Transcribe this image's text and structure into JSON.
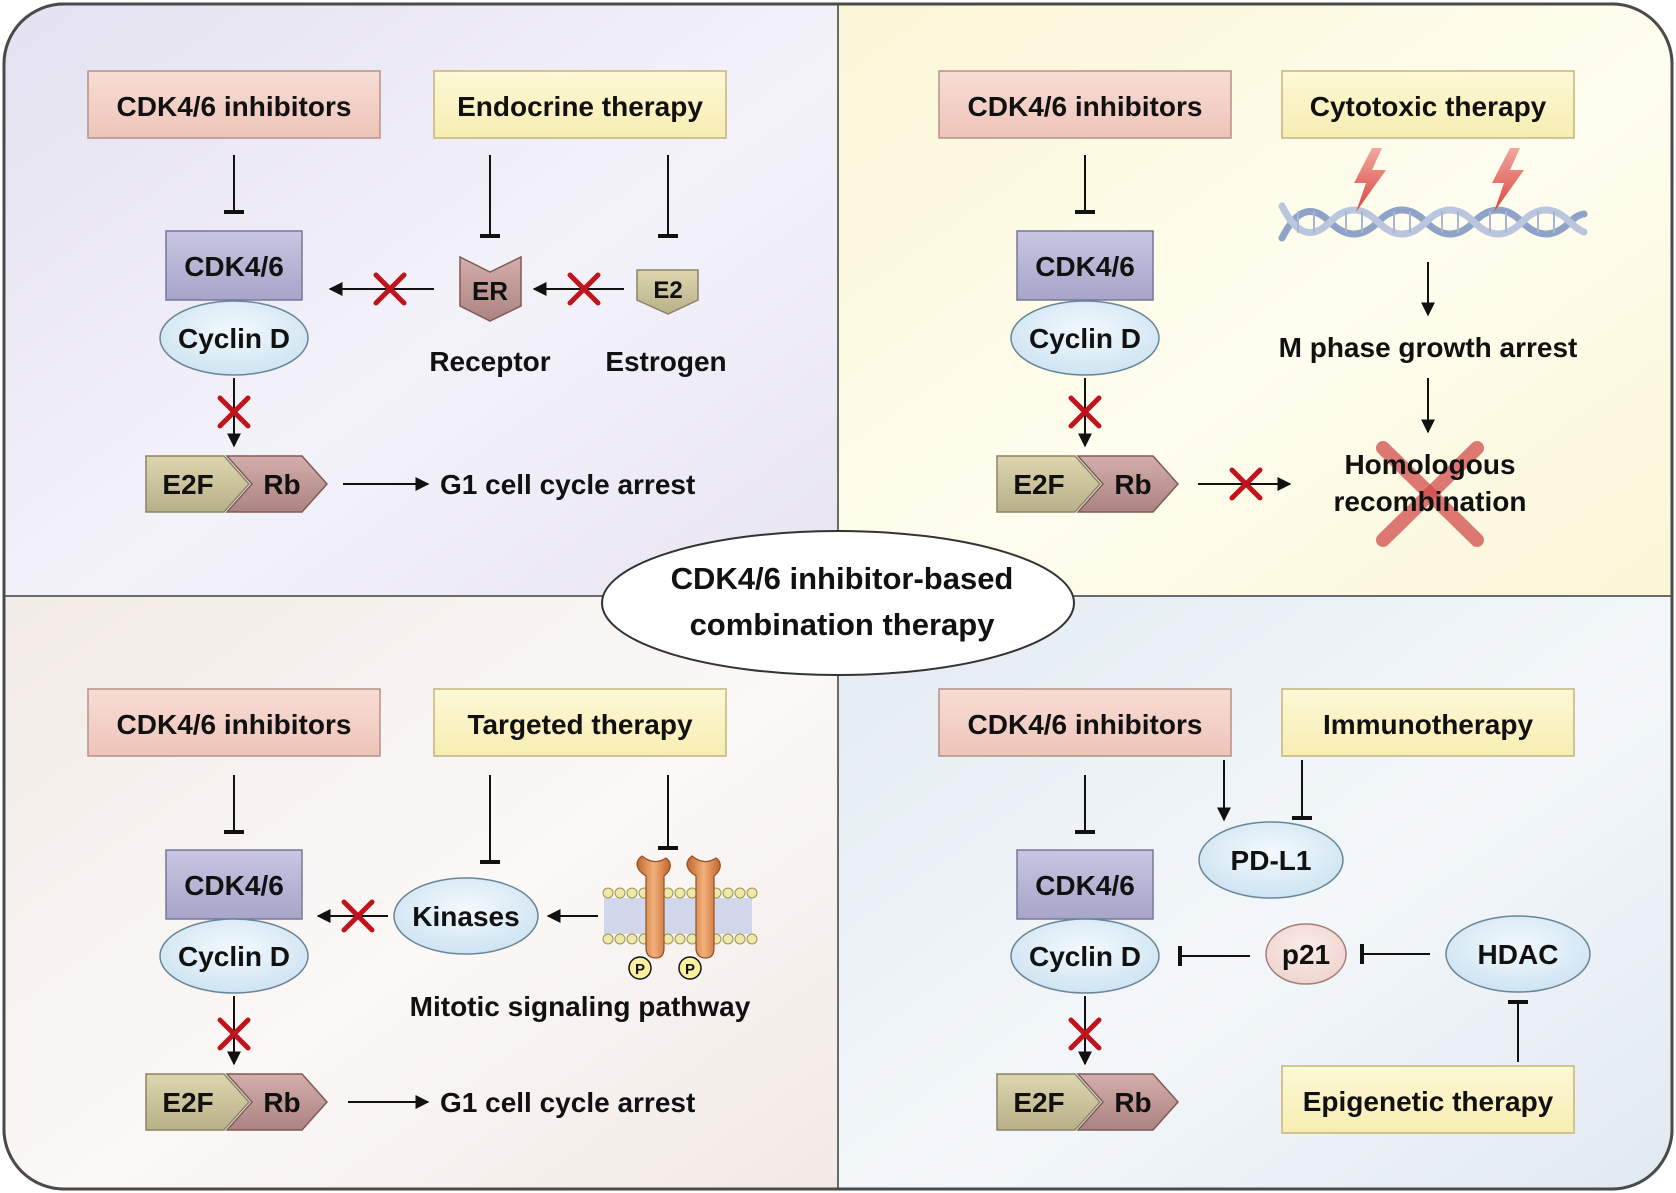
{
  "title": {
    "line1": "CDK4/6 inhibitor-based",
    "line2": "combination therapy"
  },
  "colors": {
    "quadrant_tl": "#e9e6f3",
    "quadrant_tr": "#fbf8dc",
    "quadrant_bl": "#f5eeea",
    "quadrant_br": "#e6edf2",
    "inhibitor_box": "#f1d0c7",
    "therapy_box": "#fbf3c4",
    "cdk_box": "#b5b3d3",
    "cyclin_ellipse": "#d7eaf5",
    "e2f_pentagon": "#c9c29b",
    "rb_chevron": "#c09895",
    "block_x": "#c0141c"
  },
  "icons": [
    "lightning-icon",
    "dna-helix-icon",
    "membrane-receptor-icon",
    "block-x-icon"
  ],
  "endocrine": {
    "inhibitors": "CDK4/6 inhibitors",
    "therapy": "Endocrine therapy",
    "cdk": "CDK4/6",
    "cyclin": "Cyclin D",
    "er": "ER",
    "e2": "E2",
    "receptor": "Receptor",
    "estrogen": "Estrogen",
    "e2f": "E2F",
    "rb": "Rb",
    "outcome": "G1 cell cycle arrest"
  },
  "cytotoxic": {
    "inhibitors": "CDK4/6 inhibitors",
    "therapy": "Cytotoxic therapy",
    "cdk": "CDK4/6",
    "cyclin": "Cyclin D",
    "m_phase": "M phase growth arrest",
    "hr_line1": "Homologous",
    "hr_line2": "recombination",
    "e2f": "E2F",
    "rb": "Rb"
  },
  "targeted": {
    "inhibitors": "CDK4/6 inhibitors",
    "therapy": "Targeted therapy",
    "cdk": "CDK4/6",
    "cyclin": "Cyclin D",
    "kinases": "Kinases",
    "phospho": "P",
    "mitotic": "Mitotic signaling pathway",
    "e2f": "E2F",
    "rb": "Rb",
    "outcome": "G1 cell cycle arrest"
  },
  "immuno": {
    "inhibitors": "CDK4/6 inhibitors",
    "therapy": "Immunotherapy",
    "pdl1": "PD-L1",
    "cdk": "CDK4/6",
    "cyclin": "Cyclin D",
    "p21": "p21",
    "hdac": "HDAC",
    "epigenetic": "Epigenetic therapy",
    "e2f": "E2F",
    "rb": "Rb"
  }
}
